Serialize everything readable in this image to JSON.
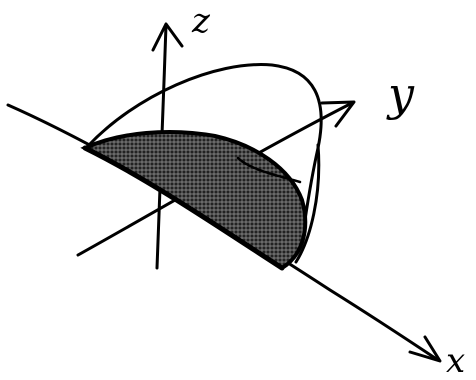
{
  "axes": {
    "z_label": "z",
    "y_label": "y",
    "x_label": "x"
  },
  "colors": {
    "ink": "#000000",
    "background": "#ffffff",
    "hatch": "#000000"
  }
}
